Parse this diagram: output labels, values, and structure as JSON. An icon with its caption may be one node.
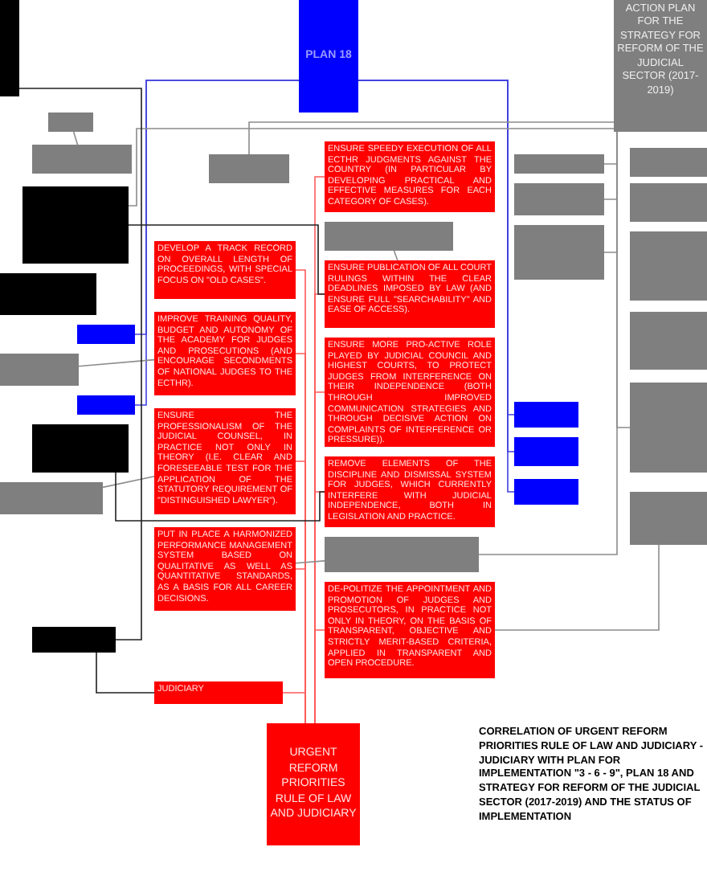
{
  "diagram": {
    "title": "CORRELATION OF URGENT REFORM PRIORITIES RULE OF LAW AND JUDICIARY - JUDICIARY WITH PLAN FOR IMPLEMENTATION \"3 - 6 - 9\", PLAN 18 AND STRATEGY FOR REFORM OF THE JUDICIAL SECTOR (2017-2019) AND THE STATUS OF IMPLEMENTATION",
    "nodes": [
      {
        "text": [],
        "shape": "box"
      },
      {
        "text": [
          "PLAN 18"
        ]
      },
      {
        "text": [
          "ACTION PLAN FOR THE STRATEGY FOR REFORM OF THE JUDICIAL SECTOR (2017-2019)"
        ]
      },
      {
        "text": [],
        "shape": "box"
      },
      {
        "text": [],
        "shape": "box"
      },
      {
        "text": [],
        "shape": "box"
      },
      {
        "text": [
          "ENSURE SPEEDY EXECUTION OF ALL ECTHR JUDGMENTS AGAINST THE COUNTRY (IN PARTICULAR BY DEVELOPING PRACTICAL AND EFFECTIVE MEASURES FOR EACH CATEGORY OF CASES)."
        ]
      },
      {
        "text": [],
        "shape": "box"
      },
      {
        "text": [],
        "shape": "box"
      },
      {
        "text": [],
        "shape": "box"
      },
      {
        "text": [
          "DEVELOP A TRACK RECORD ON OVERALL LENGTH OF PROCEEDINGS, WITH SPECIAL FOCUS ON \"OLD CASES\"."
        ]
      },
      {
        "text": [],
        "shape": "box"
      },
      {
        "text": [],
        "shape": "box"
      },
      {
        "text": [],
        "shape": "box"
      },
      {
        "text": [],
        "shape": "box"
      },
      {
        "text": [],
        "shape": "box"
      },
      {
        "text": [],
        "shape": "box"
      },
      {
        "text": [],
        "shape": "box"
      },
      {
        "text": [
          "ENSURE PUBLICATION OF ALL COURT RULINGS WITHIN THE CLEAR DEADLINES IMPOSED BY LAW (AND ENSURE FULL \"SEARCHABILITY\" AND EASE OF ACCESS)."
        ]
      },
      {
        "text": [
          "IMPROVE TRAINING QUALITY, BUDGET AND AUTONOMY OF THE ACADEMY FOR JUDGES AND PROSECUTIONS (AND ENCOURAGE SECONDMENTS OF NATIONAL JUDGES TO THE ECTHR)."
        ]
      },
      {
        "text": [],
        "shape": "box"
      },
      {
        "text": [],
        "shape": "box"
      },
      {
        "text": [
          "ENSURE MORE PRO-ACTIVE ROLE PLAYED BY JUDICIAL COUNCIL AND HIGHEST COURTS, TO PROTECT JUDGES FROM INTERFERENCE ON THEIR INDEPENDENCE (BOTH THROUGH IMPROVED COMMUNICATION STRATEGIES AND THROUGH DECISIVE ACTION ON COMPLAINTS OF INTERFERENCE OR PRESSURE))."
        ]
      },
      {
        "text": [],
        "shape": "box"
      },
      {
        "text": [],
        "shape": "box"
      },
      {
        "text": [
          "ENSURE THE PROFESSIONALISM OF THE JUDICIAL COUNSEL, IN PRACTICE NOT ONLY IN THEORY (I.E. CLEAR AND FORESEEABLE TEST FOR THE APPLICATION OF THE STATUTORY REQUIREMENT OF \"DISTINGUISHED LAWYER\")."
        ]
      },
      {
        "text": [],
        "shape": "box"
      },
      {
        "text": [],
        "shape": "box"
      },
      {
        "text": [],
        "shape": "box"
      },
      {
        "text": [],
        "shape": "box"
      },
      {
        "text": [
          "REMOVE ELEMENTS OF THE DISCIPLINE AND DISMISSAL SYSTEM FOR JUDGES, WHICH CURRENTLY INTERFERE WITH JUDICIAL INDEPENDENCE, BOTH IN LEGISLATION AND PRACTICE."
        ]
      },
      {
        "text": [],
        "shape": "box"
      },
      {
        "text": [
          "PUT IN PLACE A HARMONIZED PERFORMANCE MANAGEMENT SYSTEM BASED ON QUALITATIVE AS WELL AS QUANTITATIVE STANDARDS, AS A BASIS FOR ALL CAREER DECISIONS."
        ]
      },
      {
        "text": [],
        "shape": "box"
      },
      {
        "text": [],
        "shape": "box"
      },
      {
        "text": [],
        "shape": "box"
      },
      {
        "text": [
          "DE-POLITIZE THE APPOINTMENT AND PROMOTION OF JUDGES AND PROSECUTORS, IN PRACTICE NOT ONLY IN THEORY, ON THE BASIS OF TRANSPARENT, OBJECTIVE AND STRICTLY MERIT-BASED CRITERIA, APPLIED IN TRANSPARENT AND OPEN PROCEDURE."
        ]
      },
      {
        "text": [
          "JUDICIARY"
        ]
      },
      {
        "text": [
          "URGENT REFORM PRIORITIES RULE OF LAW AND JUDICIARY"
        ]
      }
    ],
    "edges": [
      {
        "from": 38,
        "to": 6,
        "arrow": "none",
        "color": "#ff5a5a"
      },
      {
        "from": 38,
        "to": 10,
        "arrow": "none",
        "color": "#ff5a5a"
      },
      {
        "from": 38,
        "to": 18,
        "arrow": "none",
        "color": "#ff5a5a"
      },
      {
        "from": 38,
        "to": 19,
        "arrow": "none",
        "color": "#ff5a5a"
      },
      {
        "from": 38,
        "to": 22,
        "arrow": "none",
        "color": "#ff5a5a"
      },
      {
        "from": 38,
        "to": 25,
        "arrow": "none",
        "color": "#ff5a5a"
      },
      {
        "from": 38,
        "to": 30,
        "arrow": "none",
        "color": "#ff5a5a"
      },
      {
        "from": 38,
        "to": 32,
        "arrow": "none",
        "color": "#ff5a5a"
      },
      {
        "from": 38,
        "to": 36,
        "arrow": "none",
        "color": "#ff5a5a"
      },
      {
        "from": 38,
        "to": 37,
        "arrow": "none",
        "color": "#ff5a5a"
      },
      {
        "from": 1,
        "to": 17,
        "arrow": "none",
        "color": "#4040e0"
      },
      {
        "from": 1,
        "to": 23,
        "arrow": "none",
        "color": "#4040e0"
      },
      {
        "from": 1,
        "to": 28,
        "arrow": "none",
        "color": "#4040e0"
      },
      {
        "from": 1,
        "to": 29,
        "arrow": "none",
        "color": "#4040e0"
      },
      {
        "from": 1,
        "to": 31,
        "arrow": "none",
        "color": "#4040e0"
      },
      {
        "from": 2,
        "to": 3,
        "arrow": "none",
        "color": "#8c8c8c"
      },
      {
        "from": 2,
        "to": 7,
        "arrow": "none",
        "color": "#8c8c8c"
      },
      {
        "from": 2,
        "to": 9,
        "arrow": "none",
        "color": "#8c8c8c"
      },
      {
        "from": 2,
        "to": 12,
        "arrow": "none",
        "color": "#8c8c8c"
      },
      {
        "from": 2,
        "to": 14,
        "arrow": "none",
        "color": "#8c8c8c"
      },
      {
        "from": 2,
        "to": 26,
        "arrow": "none",
        "color": "#8c8c8c"
      },
      {
        "from": 2,
        "to": 33,
        "arrow": "none",
        "color": "#8c8c8c"
      },
      {
        "from": 34,
        "to": 36,
        "arrow": "none",
        "color": "#8c8c8c"
      },
      {
        "from": 5,
        "to": 4,
        "arrow": "none",
        "color": "#8c8c8c"
      },
      {
        "from": 20,
        "to": 19,
        "arrow": "none",
        "color": "#8c8c8c"
      },
      {
        "from": 27,
        "to": 25,
        "arrow": "none",
        "color": "#8c8c8c"
      },
      {
        "from": 11,
        "to": 18,
        "arrow": "none",
        "color": "#8c8c8c"
      },
      {
        "from": 33,
        "to": 32,
        "arrow": "none",
        "color": "#8c8c8c"
      },
      {
        "from": 0,
        "to": 35,
        "arrow": "none",
        "color": "#202020"
      },
      {
        "from": 35,
        "to": 37,
        "arrow": "none",
        "color": "#202020"
      },
      {
        "from": 7,
        "to": 18,
        "arrow": "none",
        "color": "#202020"
      },
      {
        "from": 24,
        "to": 30,
        "arrow": "none",
        "color": "#202020"
      }
    ]
  }
}
